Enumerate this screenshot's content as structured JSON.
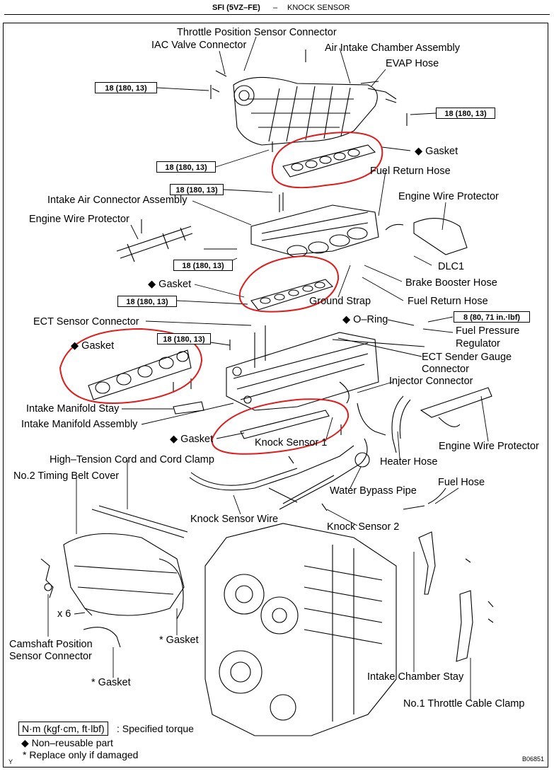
{
  "header": {
    "section": "SFI (5VZ–FE)",
    "dash": "–",
    "title": "KNOCK SENSOR"
  },
  "labels": {
    "throttle_position_sensor_connector": "Throttle Position Sensor Connector",
    "iac_valve_connector": "IAC Valve Connector",
    "air_intake_chamber_assembly": "Air Intake Chamber Assembly",
    "evap_hose": "EVAP Hose",
    "gasket_top": "◆ Gasket",
    "fuel_return_hose_top": "Fuel Return Hose",
    "intake_air_connector_assembly": "Intake Air Connector Assembly",
    "engine_wire_protector_right_top": "Engine Wire Protector",
    "engine_wire_protector_left": "Engine Wire Protector",
    "dlc1": "DLC1",
    "brake_booster_hose": "Brake Booster Hose",
    "gasket_mid": "◆ Gasket",
    "ground_strap": "Ground Strap",
    "fuel_return_hose_mid": "Fuel Return Hose",
    "ect_sensor_connector": "ECT Sensor Connector",
    "o_ring": "◆ O–Ring",
    "fuel_pressure_regulator_1": "Fuel Pressure",
    "fuel_pressure_regulator_2": "Regulator",
    "gasket_left": "◆ Gasket",
    "ect_sender_gauge_connector_1": "ECT Sender Gauge",
    "ect_sender_gauge_connector_2": "Connector",
    "injector_connector": "Injector Connector",
    "intake_manifold_stay": "Intake Manifold Stay",
    "intake_manifold_assembly": "Intake Manifold Assembly",
    "engine_wire_protector_right_bottom": "Engine Wire Protector",
    "gasket_lower": "◆ Gasket",
    "knock_sensor_1": "Knock Sensor 1",
    "high_tension_cord": "High–Tension Cord and Cord Clamp",
    "heater_hose": "Heater Hose",
    "no2_timing_belt_cover": "No.2 Timing Belt Cover",
    "water_bypass_pipe": "Water Bypass Pipe",
    "fuel_hose": "Fuel Hose",
    "knock_sensor_wire": "Knock Sensor Wire",
    "knock_sensor_2": "Knock Sensor 2",
    "x6": "x 6",
    "camshaft_position_1": "Camshaft Position",
    "camshaft_position_2": "Sensor Connector",
    "gasket_star_1": "* Gasket",
    "gasket_star_2": "* Gasket",
    "intake_chamber_stay": "Intake Chamber Stay",
    "no1_throttle_cable_clamp": "No.1 Throttle Cable Clamp"
  },
  "torque_specs": {
    "t1": "18 (180, 13)",
    "t2": "18 (180, 13)",
    "t3": "18 (180, 13)",
    "t4": "18 (180, 13)",
    "t5": "18 (180, 13)",
    "t6": "18 (180, 13)",
    "t7": "18 (180, 13)",
    "t8": "8 (80, 71 in.·lbf)"
  },
  "legend": {
    "unit_box": "N·m (kgf·cm, ft·lbf)",
    "unit_desc": ": Specified torque",
    "non_reusable": "◆ Non–reusable part",
    "replace": "* Replace only if damaged"
  },
  "figure_code": "B06851",
  "corner_mark": "Y",
  "colors": {
    "ink": "#000000",
    "highlight": "#e11b1b"
  }
}
